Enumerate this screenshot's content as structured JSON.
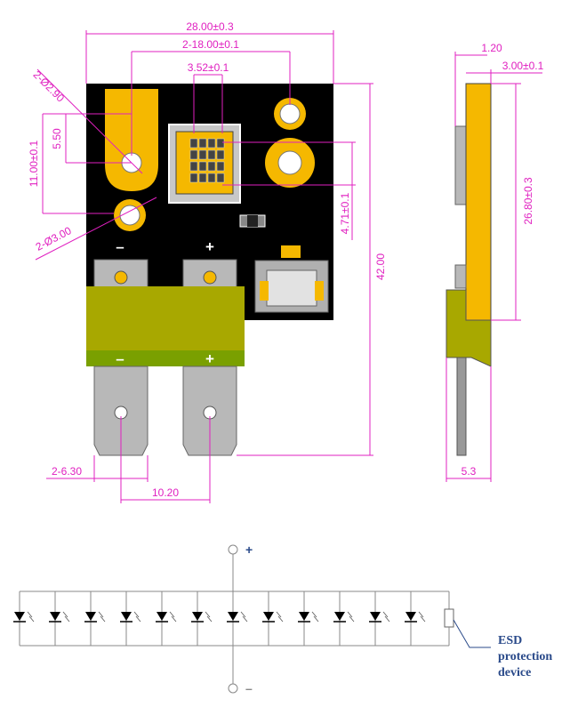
{
  "dimensions": {
    "width_total": "28.00±0.3",
    "pad_spacing": "2-18.00±0.1",
    "chip_width": "3.52±0.1",
    "hole_small": "2-Ø2.90",
    "dist_550": "5.50",
    "dist_1100": "11.00±0.1",
    "hole_large": "2-Ø3.00",
    "dist_471": "4.71±0.1",
    "height_total": "42.00",
    "terminal_width": "2-6.30",
    "terminal_pitch": "10.20",
    "side_120": "1.20",
    "side_300": "3.00±0.1",
    "side_height": "26.80±0.3",
    "side_53": "5.3"
  },
  "polarity": {
    "minus": "–",
    "plus": "+"
  },
  "schematic": {
    "plus": "+",
    "minus": "–",
    "esd_line1": "ESD",
    "esd_line2": "protection",
    "esd_line3": "device",
    "led_count": 12
  },
  "colors": {
    "board": "#000000",
    "gold": "#f5b800",
    "terminal_block": "#a8a800",
    "dimension": "#e020c0",
    "esd_text": "#2a4a8a"
  }
}
